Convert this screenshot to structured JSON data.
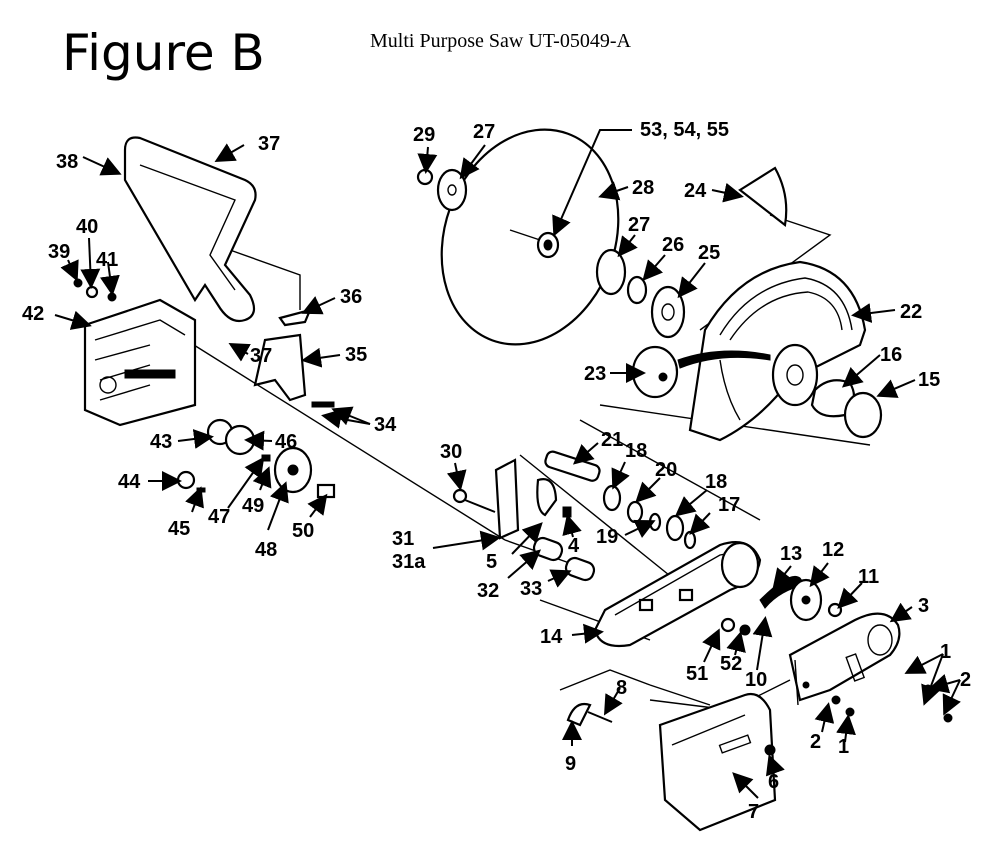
{
  "figure_label": "Figure B",
  "title": "Multi Purpose Saw UT-05049-A",
  "callouts": {
    "c1a": "1",
    "c1b": "1",
    "c2a": "2",
    "c2b": "2",
    "c3": "3",
    "c4": "4",
    "c5": "5",
    "c6": "6",
    "c7": "7",
    "c8": "8",
    "c9": "9",
    "c10": "10",
    "c11": "11",
    "c12": "12",
    "c13": "13",
    "c14": "14",
    "c15": "15",
    "c16": "16",
    "c17": "17",
    "c18a": "18",
    "c18b": "18",
    "c19": "19",
    "c20": "20",
    "c21": "21",
    "c22": "22",
    "c23": "23",
    "c24": "24",
    "c25": "25",
    "c26": "26",
    "c27a": "27",
    "c27b": "27",
    "c28": "28",
    "c29": "29",
    "c30": "30",
    "c31": "31",
    "c31a": "31a",
    "c32": "32",
    "c33": "33",
    "c34": "34",
    "c35": "35",
    "c36": "36",
    "c37a": "37",
    "c37b": "37",
    "c38": "38",
    "c39": "39",
    "c40": "40",
    "c41": "41",
    "c42": "42",
    "c43": "43",
    "c44": "44",
    "c45": "45",
    "c46": "46",
    "c47": "47",
    "c48": "48",
    "c49": "49",
    "c50": "50",
    "c51": "51",
    "c52": "52",
    "c535455": "53, 54, 55"
  }
}
